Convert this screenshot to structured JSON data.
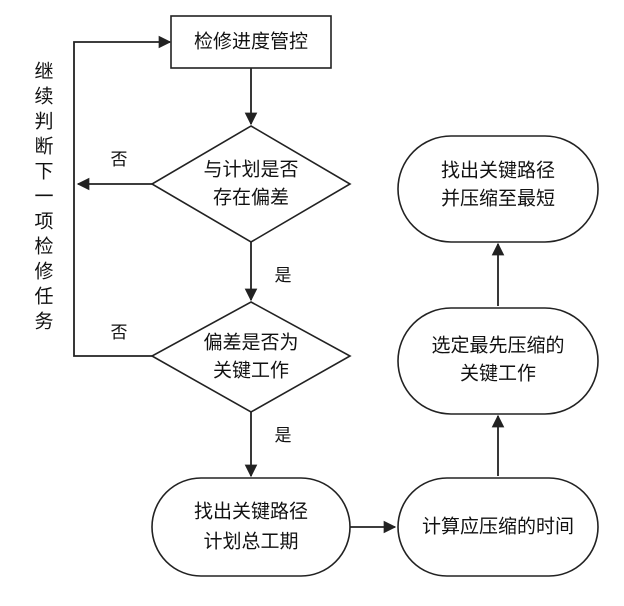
{
  "nodes": {
    "start": {
      "text": "检修进度管控"
    },
    "decision1": {
      "line1": "与计划是否",
      "line2": "存在偏差"
    },
    "decision2": {
      "line1": "偏差是否为",
      "line2": "关键工作"
    },
    "find_path": {
      "line1": "找出关键路径",
      "line2": "计划总工期"
    },
    "compute": {
      "text": "计算应压缩的时间"
    },
    "select": {
      "line1": "选定最先压缩的",
      "line2": "关键工作"
    },
    "shorten": {
      "line1": "找出关键路径",
      "line2": "并压缩至最短"
    }
  },
  "edges": {
    "no1": "否",
    "no2": "否",
    "yes1": "是",
    "yes2": "是"
  },
  "side_label": [
    "继",
    "续",
    "判",
    "断",
    "下",
    "一",
    "项",
    "检",
    "修",
    "任",
    "务"
  ]
}
